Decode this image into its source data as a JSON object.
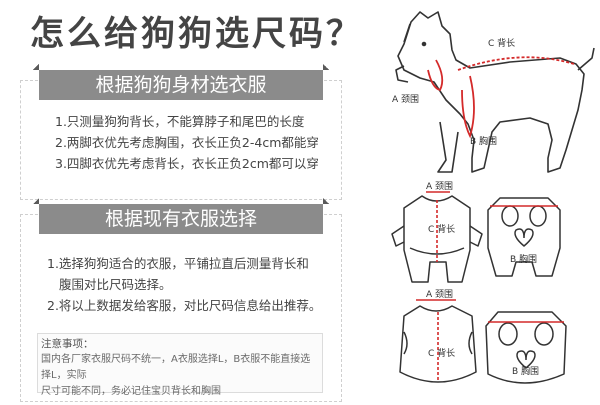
{
  "title": "怎么给狗狗选尺码？",
  "section1": {
    "heading": "根据狗狗身材选衣服",
    "lines": [
      "1.只测量狗狗背长，不能算脖子和尾巴的长度",
      "2.两脚衣优先考虑胸围，衣长正负2-4cm都能穿",
      "3.四脚衣优先考虑背长，衣长正负2cm都可以穿"
    ]
  },
  "section2": {
    "heading": "根据现有衣服选择",
    "lines": [
      "1.选择狗狗适合的衣服，平铺拉直后测量背长和",
      "腹围对比尺码选择。",
      "2.将以上数据发给客服，对比尺码信息给出推荐。"
    ],
    "note_title": "注意事项：",
    "note_text": [
      "国内各厂家衣服尺码不统一，A衣服选择L，B衣服不能直接选择L，实际",
      "尺寸可能不同，务必记住宝贝背长和胸围"
    ]
  },
  "diagrams": {
    "dog": {
      "back": "C 背长",
      "neck": "A 颈围",
      "chest": "B 胸围"
    },
    "garment1": {
      "neck": "A 颈围",
      "back": "C 背长",
      "chest": "B 胸围"
    },
    "garment2": {
      "neck": "A 颈围",
      "back": "C 背长",
      "chest": "B 胸围"
    }
  },
  "colors": {
    "measure_red": "#d42a2a",
    "banner": "#8b8b8b",
    "outline": "#333333"
  }
}
